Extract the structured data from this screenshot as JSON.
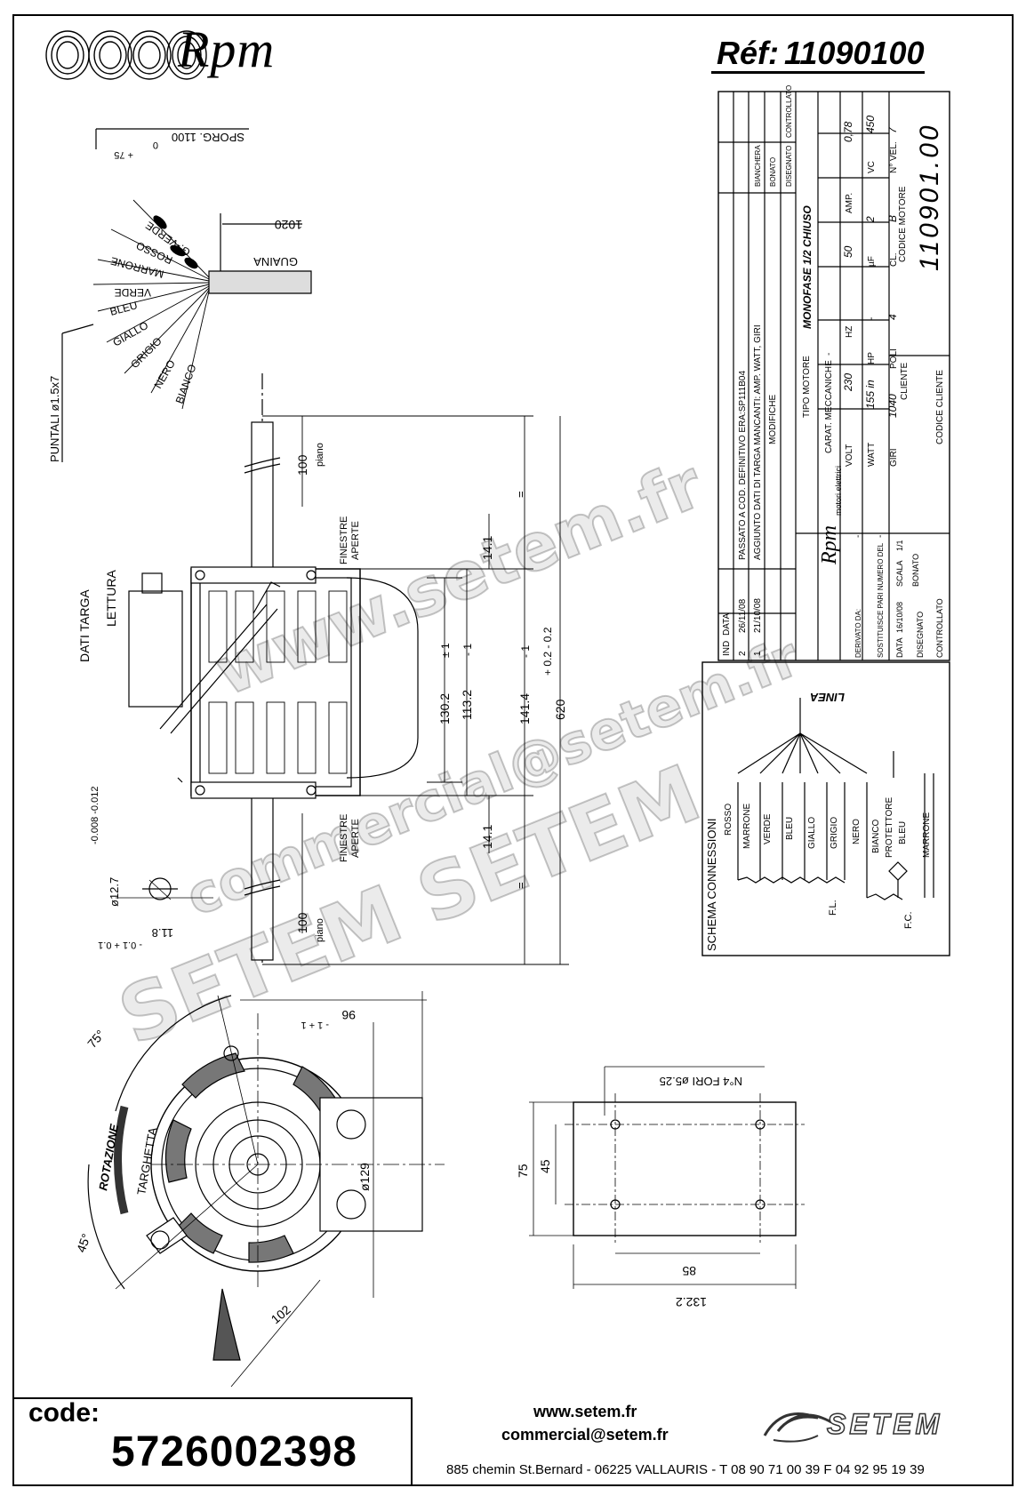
{
  "brand": {
    "logo_text": "Rpm"
  },
  "reference": {
    "label": "Réf:",
    "number": "11090100"
  },
  "drawing_labels": {
    "sporg": "SPORG. 1100",
    "sporg_tol_top": "0",
    "sporg_tol_bot": "+ 75",
    "len_1020": "1020",
    "guaina": "GUAINA",
    "puntali": "PUNTALI ø1.5x7",
    "wires": [
      "G.-VERDE",
      "ROSSO",
      "MARRONE",
      "VERDE",
      "BLEU",
      "GIALLO",
      "GRIGIO",
      "NERO",
      "BIANCO"
    ],
    "dati_targa": "DATI TARGA",
    "lettura": "LETTURA",
    "finestre": "FINESTRE",
    "aperte": "APERTE",
    "piano": "piano",
    "dim_100": "100",
    "dim_14_1": "14.1",
    "dim_130_2": "130.2",
    "dim_113_2": "113.2",
    "dim_141_4": "141.4",
    "dim_620": "620",
    "tol_pm1": "± 1",
    "tol_m1": "- 1",
    "tol_02": "+ 0.2  - 0.2",
    "eq": "=",
    "shaft_dia": "ø12.7",
    "shaft_tol": "-0.008 -0.012",
    "dim_11_8": "11.8",
    "dim_11_8_tol": "- 0.1  + 0.1",
    "dim_96": "96",
    "dim_96_tol": "- 1  + 1",
    "dim_129": "ø129",
    "dim_102": "102",
    "deg_75": "75°",
    "deg_45": "45°",
    "rotazione": "ROTAZIONE",
    "targhetta": "TARGHETTA",
    "fori": "N°4 FORI ø5.25",
    "dim_75": "75",
    "dim_45": "45",
    "dim_85": "85",
    "dim_132_2": "132.2"
  },
  "title_block": {
    "rev_rows": [
      {
        "ind": "2",
        "data": "26/11/08",
        "mod": "PASSATO A COD. DEFINITIVO ERA:SP111B04"
      },
      {
        "ind": "1",
        "data": "21/10/08",
        "mod": "AGGIUNTO DATI DI TARGA MANCANTI: AMP. WATT, GIRI"
      }
    ],
    "hdr_ind": "IND",
    "hdr_data": "DATA",
    "hdr_mod": "MODIFICHE",
    "hdr_disegnato": "DISEGNATO",
    "hdr_bonato": "BONATO",
    "hdr_bianchera": "BIANCHERA",
    "hdr_controllato": "CONTROLLATO",
    "dash": "-",
    "motori_elettrici": "motori elettrici",
    "tipo_motore_label": "TIPO MOTORE",
    "tipo_motore_value": "MONOFASE 1/2 CHIUSO",
    "carat_label": "CARAT. MECCANICHE",
    "carat_value": "-",
    "volt_label": "VOLT",
    "volt": "230",
    "hz_label": "HZ",
    "hz": "50",
    "amp_label": "AMP.",
    "amp": "0,78",
    "watt_label": "WATT",
    "watt": "155 in",
    "hp_label": "HP",
    "hp": "-",
    "uf_label": "µF",
    "uf": "2",
    "vc_label": "VC",
    "vc": "450",
    "giri_label": "GIRI",
    "giri": "1040",
    "poli_label": "POLI",
    "poli": "4",
    "cl_label": "CL.",
    "cl": "B",
    "nvel_label": "N° VEL.",
    "nvel": "7",
    "derivato_label": "DERIVATO DA:",
    "derivato": "-",
    "sostituisce_label": "SOSTITUISCE PARI NUMERO DEL",
    "sostituisce": "-",
    "data_label": "DATA",
    "data": "16/10/08",
    "scala_label": "SCALA",
    "scala": "1/1",
    "disegnato_label": "DISEGNATO",
    "disegnato": "BONATO",
    "controllato_label": "CONTROLLATO",
    "cliente_label": "CLIENTE",
    "codice_cliente_label": "CODICE CLIENTE",
    "codice_motore_label": "CODICE MOTORE",
    "codice_motore": "110901.00"
  },
  "schema": {
    "title": "SCHEMA CONNESSIONI",
    "linea": "LINEA",
    "wires": [
      "ROSSO",
      "MARRONE",
      "VERDE",
      "BLEU",
      "GIALLO",
      "GRIGIO",
      "NERO",
      "BIANCO",
      "PROTETTORE",
      "BLEU",
      "MARRONE"
    ],
    "fl": "F.L.",
    "fc": "F.C."
  },
  "watermarks": {
    "w1": "www.setem.fr",
    "w2": "commercial@setem.fr",
    "w3": "SETEM SETEM"
  },
  "footer": {
    "code_label": "code:",
    "code_value": "5726002398",
    "website": "www.setem.fr",
    "email": "commercial@setem.fr",
    "address": "885 chemin St.Bernard  -  06225 VALLAURIS  -  T 08 90 71 00 39   F 04 92 95 19 39",
    "setem_logo": "SETEM"
  }
}
